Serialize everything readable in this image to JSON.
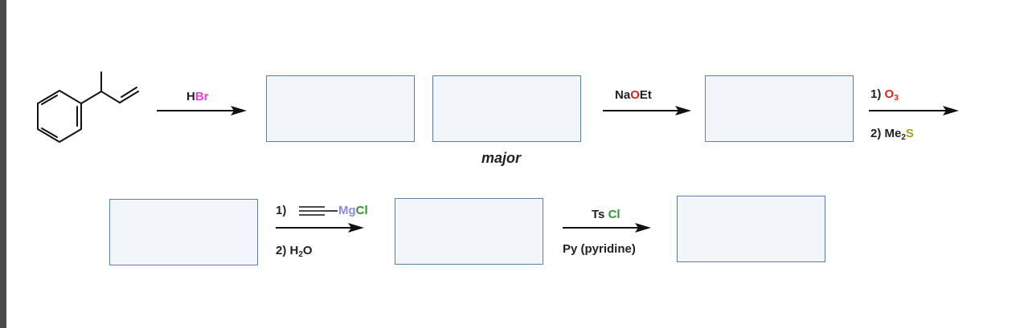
{
  "row1": {
    "step1": {
      "reagent_prefix": "H",
      "reagent_element": "Br"
    },
    "note_major": "major",
    "step2": {
      "reagent_prefix": "Na",
      "reagent_element": "O",
      "reagent_suffix": "Et"
    },
    "step3": {
      "line1_num": "1)",
      "line1_element": "O",
      "line1_sub": "3",
      "line2_num": "2)",
      "line2_prefix": "Me",
      "line2_sub": "2",
      "line2_element": "S"
    }
  },
  "row2": {
    "step4": {
      "line1_num": "1)",
      "line1_mg": "Mg",
      "line1_cl": "Cl",
      "line2_num": "2)",
      "line2_prefix": "H",
      "line2_sub": "2",
      "line2_suffix": "O"
    },
    "step5": {
      "line1_prefix": "Ts",
      "line1_element": "Cl",
      "line2": "Py (pyridine)"
    }
  },
  "colors": {
    "bromine": "#e040e0",
    "oxygen": "#e02020",
    "sulfur": "#a0a020",
    "chlorine": "#2a9a2a",
    "magnesium": "#8a8ae0",
    "box_border": "#5b7fa6",
    "box_fill": "#f2f6fb"
  }
}
